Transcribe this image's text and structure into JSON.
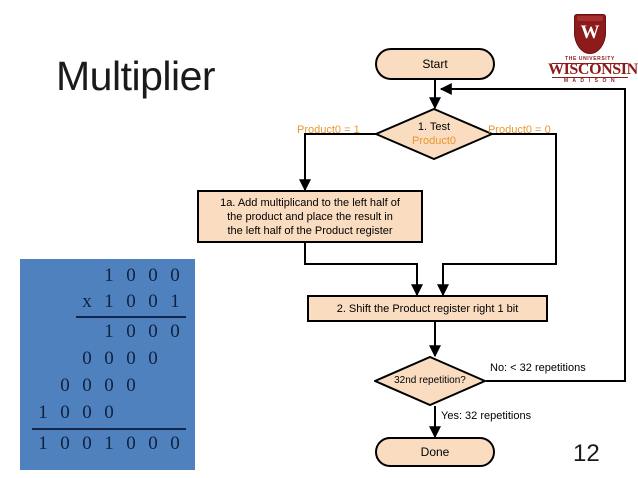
{
  "slide": {
    "title": "Multiplier",
    "page_number": "12",
    "background": "#ffffff"
  },
  "logo": {
    "crest_letter": "W",
    "line1": "THE UNIVERSITY",
    "word": "WISCONSIN",
    "line3": "M A D I S O N",
    "color": "#8e1b1b"
  },
  "binary_math": {
    "panel_color": "#4e81bd",
    "multiplicand": [
      "1",
      "0",
      "0",
      "0"
    ],
    "operator": "x",
    "multiplier": [
      "1",
      "0",
      "0",
      "1"
    ],
    "partial_products": [
      [
        "1",
        "0",
        "0",
        "0"
      ],
      [
        "0",
        "0",
        "0",
        "0"
      ],
      [
        "0",
        "0",
        "0",
        "0"
      ],
      [
        "1",
        "0",
        "0",
        "0"
      ]
    ],
    "product": [
      "1",
      "0",
      "0",
      "1",
      "0",
      "0",
      "0"
    ]
  },
  "flowchart": {
    "fill_color": "#fadcc0",
    "stroke_color": "#000000",
    "accent_color": "#e8962e",
    "start": "Start",
    "test_line1": "1. Test",
    "test_line2": "Product0",
    "label_product0_eq1": "Product0 = 1",
    "label_product0_eq0": "Product0 = 0",
    "step1a": "1a. Add multiplicand to the left half of the product and place the result in the left half of the Product register",
    "step1a_lines": [
      "1a. Add multiplicand to the left half of",
      "the product and place the result in",
      "the left half of the Product register"
    ],
    "step2": "2. Shift the Product register right 1 bit",
    "repetition_test": "32nd repetition?",
    "label_no": "No:  < 32 repetitions",
    "label_yes": "Yes:  32 repetitions",
    "done": "Done"
  }
}
